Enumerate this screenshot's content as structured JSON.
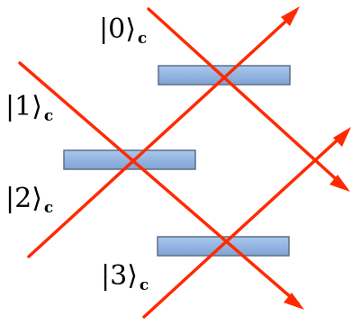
{
  "diagram": {
    "colors": {
      "beam": "#ff2a00",
      "splitter_fill": "#8fb2e0",
      "splitter_stroke": "#5d6e85",
      "text": "#000000"
    },
    "ports": [
      {
        "ket": "|0⟩",
        "subscript": "c"
      },
      {
        "ket": "|1⟩",
        "subscript": "c"
      },
      {
        "ket": "|2⟩",
        "subscript": "c"
      },
      {
        "ket": "|3⟩",
        "subscript": "c"
      }
    ]
  }
}
